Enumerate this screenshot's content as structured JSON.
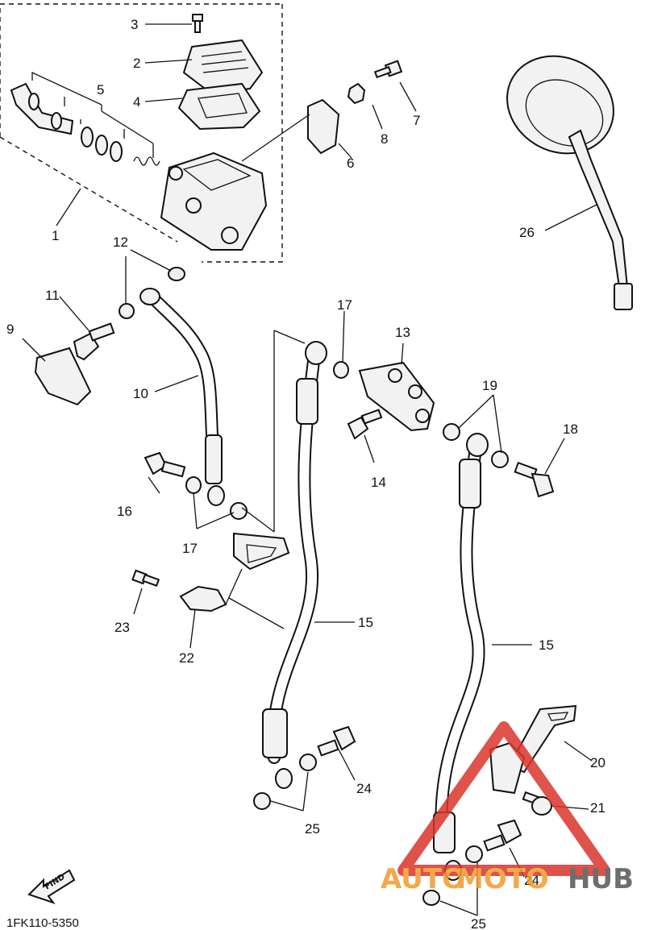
{
  "diagram": {
    "code": "1FK110-5350",
    "find_label": "FIND",
    "watermark": {
      "part1": "AUTO",
      "part2": "MOTO",
      "part3": "HUB",
      "color_red": "#d9352b",
      "color_orange": "#f29a2e",
      "color_gray": "#555555"
    },
    "callouts": {
      "c1": "1",
      "c2": "2",
      "c3": "3",
      "c4": "4",
      "c5": "5",
      "c6": "6",
      "c7": "7",
      "c8": "8",
      "c9": "9",
      "c10": "10",
      "c11": "11",
      "c12": "12",
      "c13": "13",
      "c14": "14",
      "c15a": "15",
      "c15b": "15",
      "c16": "16",
      "c17a": "17",
      "c17b": "17",
      "c18": "18",
      "c19": "19",
      "c20": "20",
      "c21": "21",
      "c22": "22",
      "c23": "23",
      "c24a": "24",
      "c24b": "24",
      "c25a": "25",
      "c25b": "25",
      "c26": "26"
    }
  }
}
